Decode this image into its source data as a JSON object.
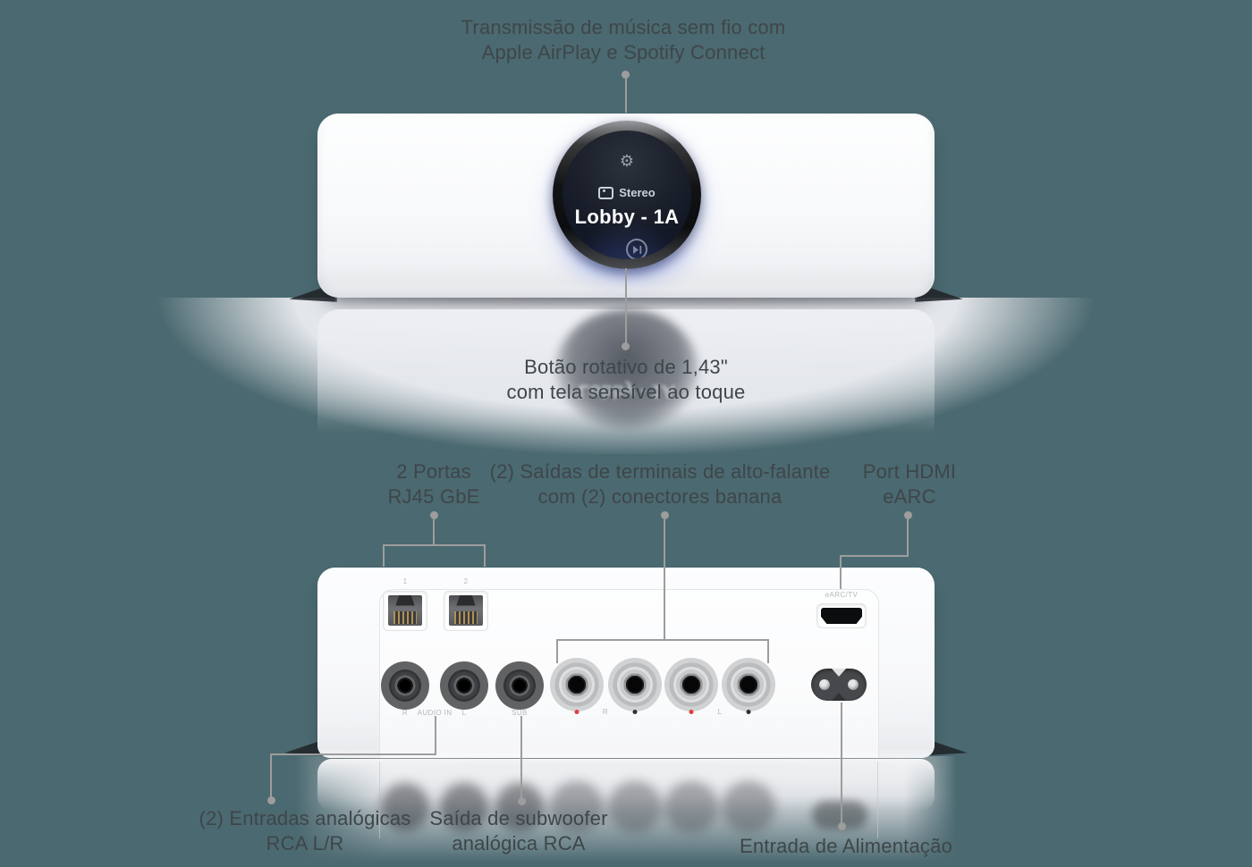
{
  "colors": {
    "background_teal": "#4b6970",
    "callout_line": "#9d9d9d",
    "callout_text": "#3e4649",
    "knob_glow_blue": "#8fa4ff",
    "terminal_mark_red": "#e03e3e",
    "terminal_mark_black": "#2e2f31"
  },
  "front": {
    "callout_stream": {
      "line1": "Transmissão de música sem fio com",
      "line2": "Apple AirPlay e Spotify Connect"
    },
    "display": {
      "gear_glyph": "⚙",
      "mode": "Stereo",
      "zone": "Lobby - 1A"
    },
    "callout_knob": {
      "line1": "Botão rotativo de 1,43\"",
      "line2": "com tela sensível ao toque"
    }
  },
  "back": {
    "callout_rj45": {
      "line1": "2 Portas",
      "line2": "RJ45 GbE"
    },
    "callout_speakers": {
      "line1": "(2) Saídas de terminais de alto-falante",
      "line2": "com (2) conectores banana"
    },
    "callout_hdmi": {
      "line1": "Port HDMI",
      "line2": "eARC"
    },
    "panel": {
      "rj45_1": "1",
      "rj45_2": "2",
      "rca_r": "R",
      "audio_in": "AUDIO IN",
      "rca_l": "L",
      "sub": "SUB",
      "spk_r": "R",
      "spk_l": "L",
      "hdmi": "eARC/TV"
    },
    "callout_inputs": {
      "line1": "(2) Entradas analógicas",
      "line2": "RCA L/R"
    },
    "callout_sub": {
      "line1": "Saída de subwoofer",
      "line2": "analógica RCA"
    },
    "callout_power": {
      "line1": "Entrada de Alimentação"
    }
  }
}
